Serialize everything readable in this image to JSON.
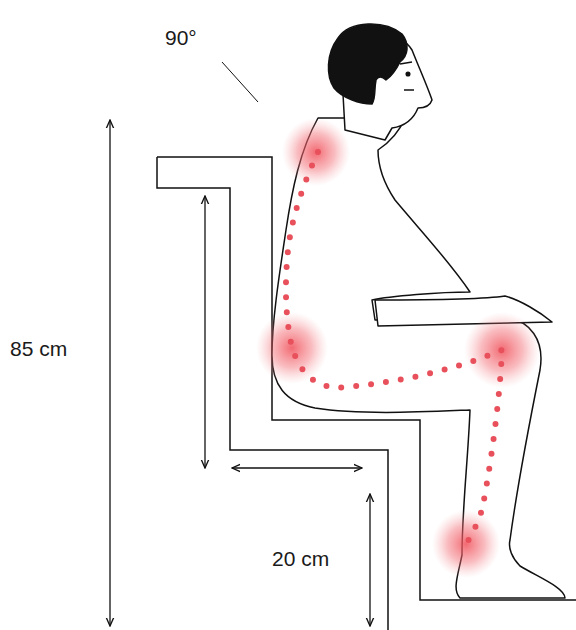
{
  "diagram": {
    "labels": [
      "90°",
      "85 cm",
      "20 cm"
    ]
  }
}
